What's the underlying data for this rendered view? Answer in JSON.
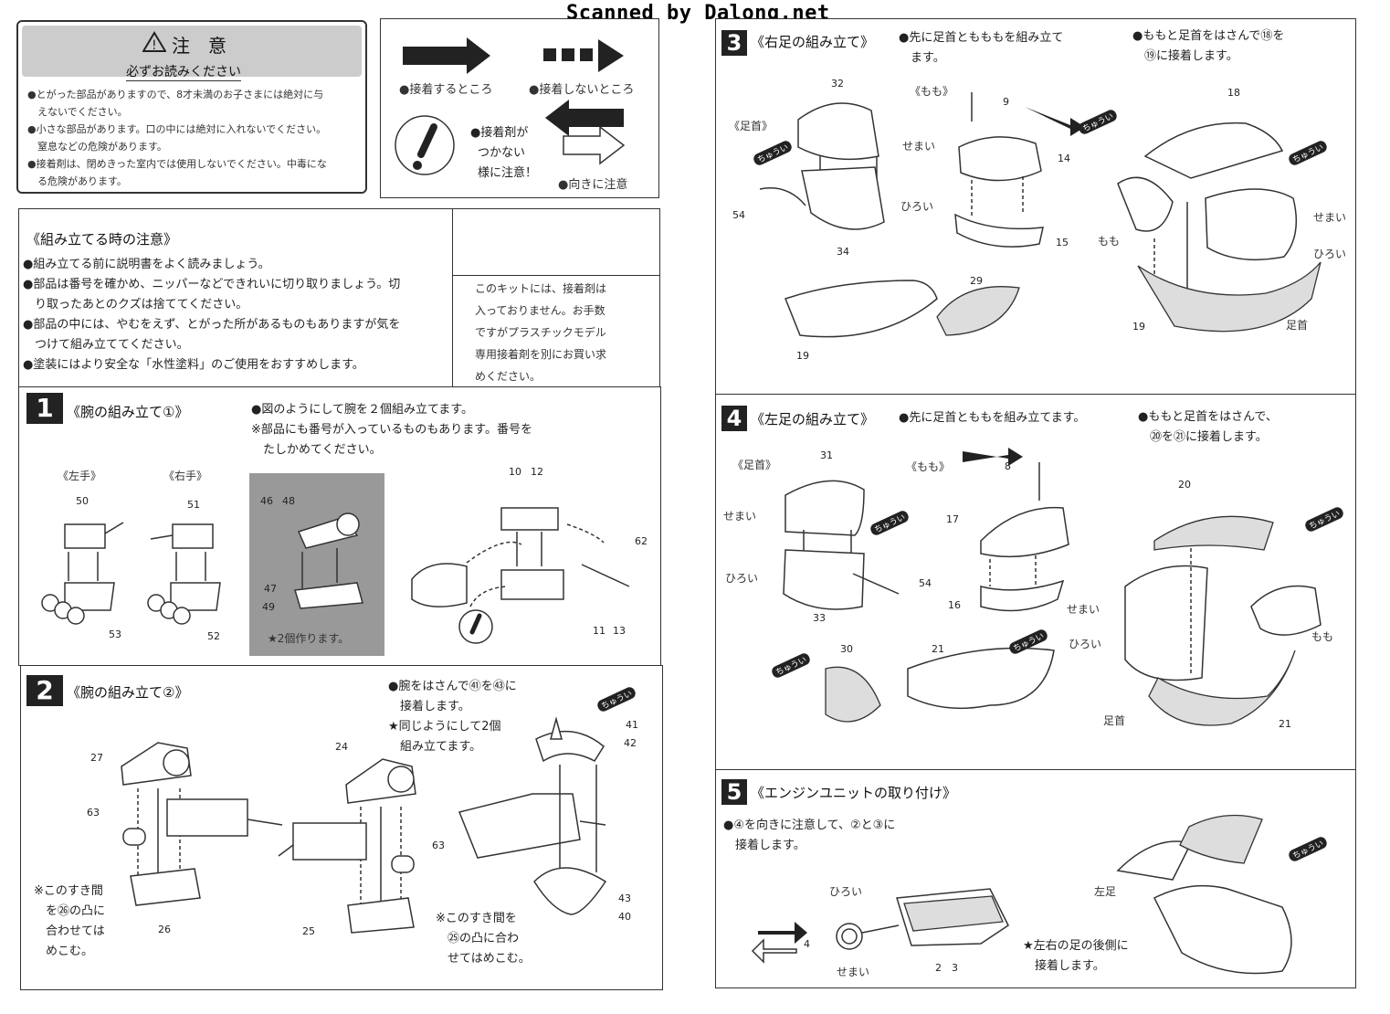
{
  "watermark": "Scanned by Dalong.net",
  "caution": {
    "title": "注　意",
    "subtitle": "必ずお読みください",
    "lines": [
      "●とがった部品がありますので、8才未満のお子さまには絶対に与",
      "　えないでください。",
      "●小さな部品があります。口の中には絶対に入れないでください。",
      "　窒息などの危険があります。",
      "●接着剤は、閉めきった室内では使用しないでください。中毒にな",
      "　る危険があります。"
    ]
  },
  "legend": {
    "glue": "●接着するところ",
    "no_glue": "●接着しないところ",
    "care": [
      "●接着剤が",
      "つかない",
      "様に注意！"
    ],
    "direction": "●向きに注意"
  },
  "assembly_notes": {
    "title": "《組み立てる時の注意》",
    "lines": [
      "●組み立てる前に説明書をよく読みましょう。",
      "●部品は番号を確かめ、ニッパーなどできれいに切り取りましょう。切",
      "　り取ったあとのクズは捨ててください。",
      "●部品の中には、やむをえず、とがった所があるものもありますが気を",
      "　つけて組み立ててください。",
      "●塗装にはより安全な「水性塗料」のご使用をおすすめします。"
    ]
  },
  "glue_note": [
    "このキットには、接着剤は",
    "入っておりません。お手数",
    "ですがプラスチックモデル",
    "専用接着剤を別にお買い求",
    "めください。"
  ],
  "step1": {
    "num": "1",
    "title": "《腕の組み立て①》",
    "notes": [
      "●図のようにして腕を２個組み立てます。",
      "※部品にも番号が入っているものもあります。番号を",
      "　たしかめてください。"
    ],
    "left_hand": "《左手》",
    "right_hand": "《右手》",
    "make_two": "★2個作ります。",
    "parts": [
      "50",
      "53",
      "51",
      "52",
      "46",
      "48",
      "47",
      "49",
      "10",
      "12",
      "11",
      "13",
      "62"
    ]
  },
  "step2": {
    "num": "2",
    "title": "《腕の組み立て②》",
    "notes": [
      "●腕をはさんで㊶を㊸に",
      "　接着します。",
      "★同じようにして2個",
      "　組み立てます。"
    ],
    "note_a": [
      "※このすき間",
      "　を㉖の凸に",
      "　合わせては",
      "　めこむ。"
    ],
    "note_b": [
      "※このすき間を",
      "　㉕の凸に合わ",
      "　せてはめこむ。"
    ],
    "parts": [
      "27",
      "63",
      "26",
      "24",
      "63",
      "25",
      "41",
      "42",
      "43",
      "40"
    ]
  },
  "step3": {
    "num": "3",
    "title": "《右足の組み立て》",
    "note1": [
      "●先に足首ともももを組み立て",
      "　ます。"
    ],
    "note2": [
      "●ももと足首をはさんで⑱を",
      "　⑲に接着します。"
    ],
    "ashikubi": "《足首》",
    "momo": "《もも》",
    "semai": "せまい",
    "hiroi": "ひろい",
    "momo2": "もも",
    "ashikubi2": "足首",
    "parts": [
      "32",
      "54",
      "34",
      "9",
      "14",
      "15",
      "29",
      "19",
      "18",
      "19"
    ]
  },
  "step4": {
    "num": "4",
    "title": "《左足の組み立て》",
    "note1": "●先に足首とももを組み立てます。",
    "note2": [
      "●ももと足首をはさんで、",
      "　⑳を㉑に接着します。"
    ],
    "ashikubi": "《足首》",
    "momo": "《もも》",
    "semai": "せまい",
    "hiroi": "ひろい",
    "momo2": "もも",
    "ashikubi2": "足首",
    "parts": [
      "31",
      "33",
      "54",
      "8",
      "17",
      "16",
      "30",
      "21",
      "20",
      "21"
    ]
  },
  "step5": {
    "num": "5",
    "title": "《エンジンユニットの取り付け》",
    "notes": [
      "●④を向きに注意して、②と③に",
      "　接着します。"
    ],
    "hiroi": "ひろい",
    "semai": "せまい",
    "left_leg": "左足",
    "star": [
      "★左右の足の後側に",
      "　接着します。"
    ],
    "parts": [
      "4",
      "2",
      "3"
    ]
  },
  "chuui": "ちゅうい"
}
